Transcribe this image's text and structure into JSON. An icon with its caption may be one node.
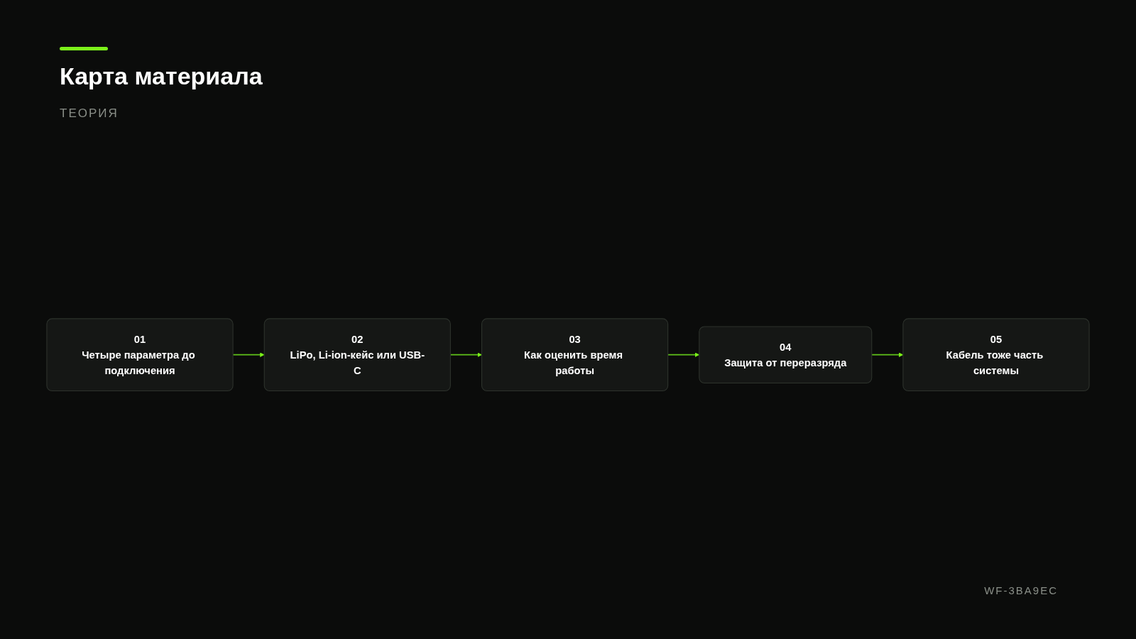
{
  "diagram": {
    "title": "Карта материала",
    "caption": "ТЕОРИЯ",
    "nodes": [
      {
        "text": [
          "01",
          "Четыре параметра до подключения"
        ]
      },
      {
        "text": [
          "02",
          "LiPo, Li-ion-кейс или USB-C"
        ]
      },
      {
        "text": [
          "03",
          "Как оценить время работы"
        ]
      },
      {
        "text": [
          "04",
          "Защита от переразряда"
        ]
      },
      {
        "text": [
          "05",
          "Кабель тоже часть системы"
        ]
      }
    ],
    "edges": [
      {
        "from": 0,
        "to": 1,
        "arrow": "to"
      },
      {
        "from": 1,
        "to": 2,
        "arrow": "to"
      },
      {
        "from": 2,
        "to": 3,
        "arrow": "to"
      },
      {
        "from": 3,
        "to": 4,
        "arrow": "to"
      }
    ],
    "labels": [
      "WF-3BA9EC"
    ]
  }
}
